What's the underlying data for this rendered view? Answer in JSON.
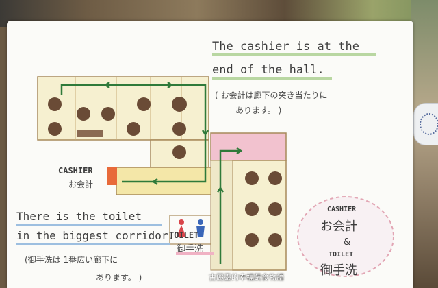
{
  "header_note": {
    "line1": "The cashier is at the",
    "line2": "end of the hall.",
    "jp1": "( お会計は廊下の突き当たりに",
    "jp2": "あります。 )"
  },
  "cashier_label": {
    "en": "CASHIER",
    "jp": "お会計"
  },
  "toilet_label": {
    "en": "TOILET",
    "jp": "御手洗"
  },
  "toilet_note": {
    "line1": "There is the toilet",
    "line2": "in the biggest corridor.",
    "jp1": "(御手洗は 1番広い廊下に",
    "jp2": "あります。 )"
  },
  "cloud": {
    "cashier_en": "CASHIER",
    "cashier_jp": "お会計",
    "amp": "&",
    "toilet_en": "TOILET",
    "toilet_jp": "御手洗"
  },
  "watermark": "古麗靈的幸福蔬食物語",
  "colors": {
    "arrow": "#2f7a3a",
    "tables": "#6a4b36",
    "hall": "#f4e7a8",
    "pink_room": "#f2c2cf",
    "cashier_box": "#e86a3a",
    "toilet_women": "#d8454a",
    "toilet_men": "#3a66b8"
  }
}
